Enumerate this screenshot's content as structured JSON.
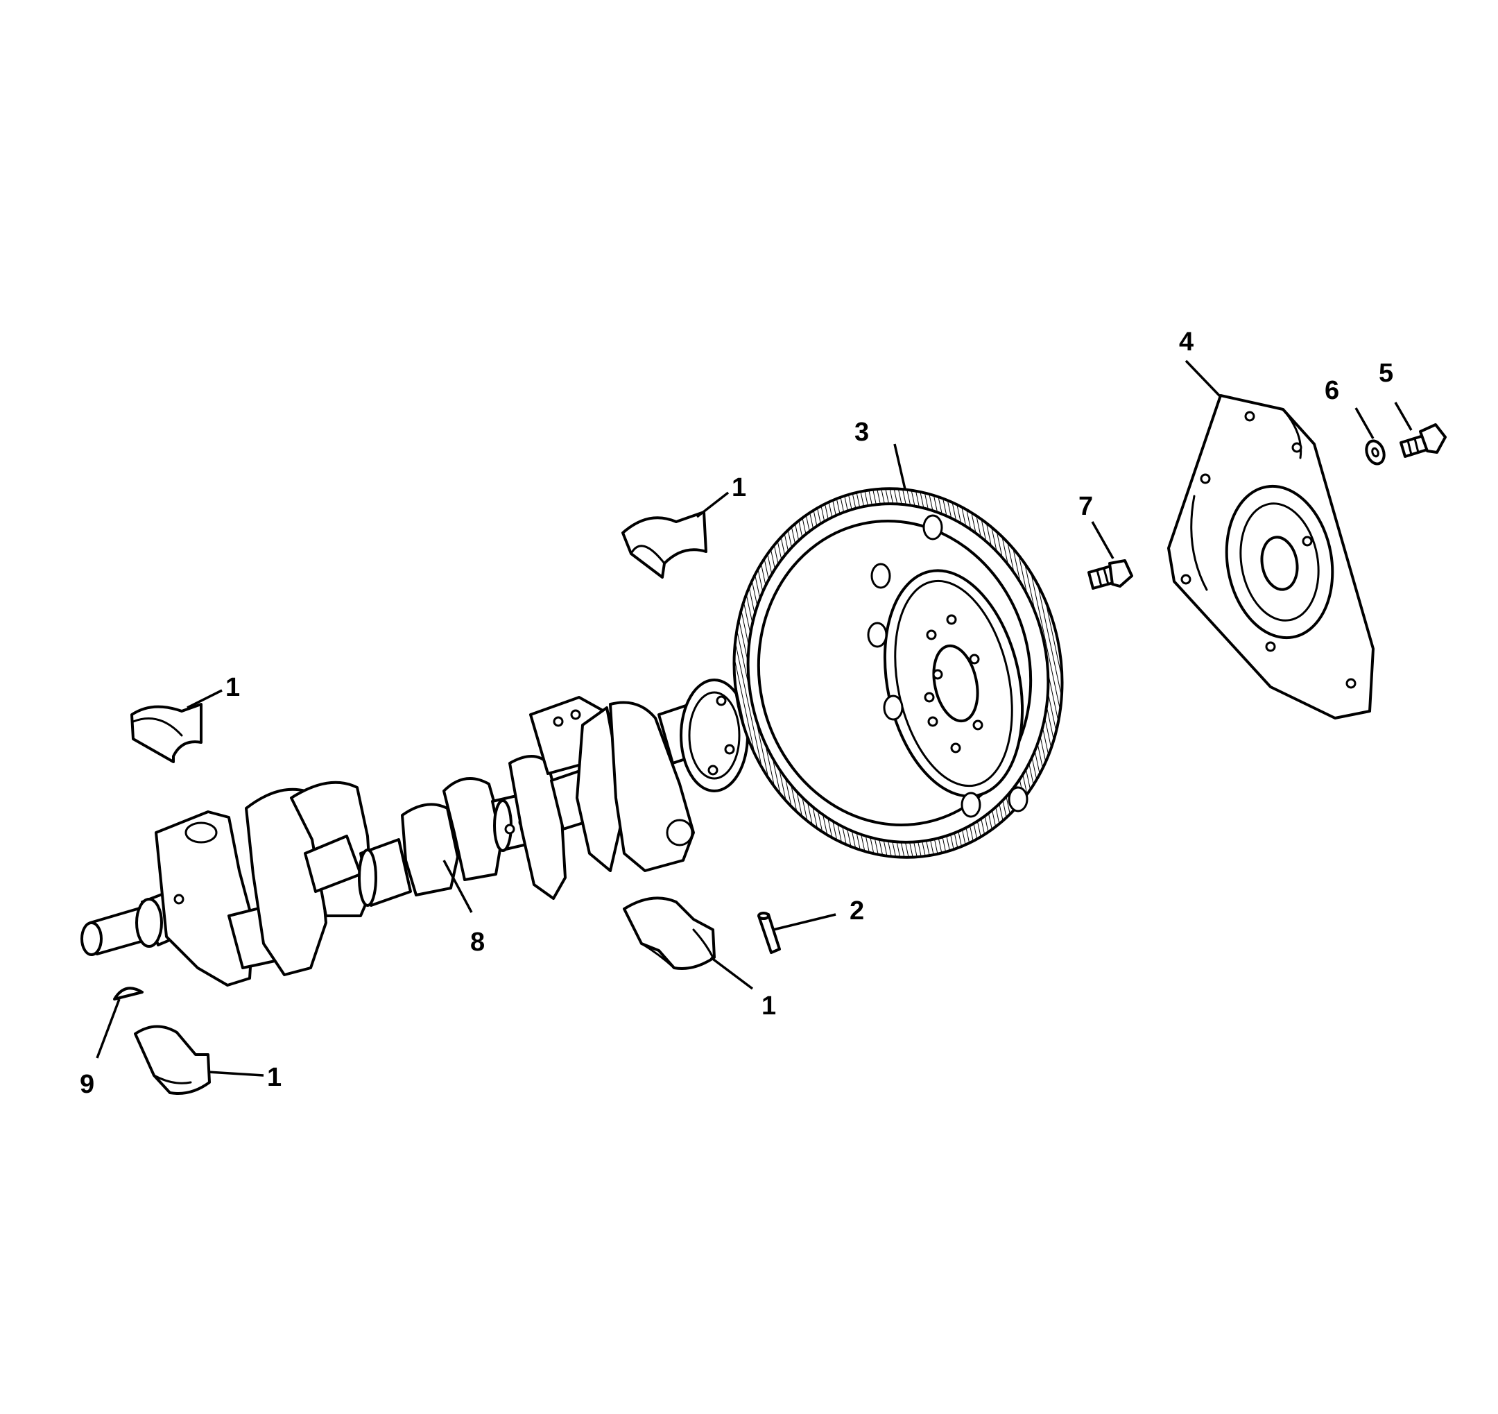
{
  "callouts": {
    "bearing_top": "1",
    "bearing_upper_left": "1",
    "bearing_lower_middle": "1",
    "bearing_lower_left": "1",
    "dowel_pin": "2",
    "flywheel": "3",
    "flexplate_adapter": "4",
    "adapter_bolt": "5",
    "adapter_washer": "6",
    "flywheel_bolt": "7",
    "crankshaft": "8",
    "woodruff_key": "9"
  },
  "colors": {
    "line": "#000000",
    "background": "#ffffff"
  }
}
